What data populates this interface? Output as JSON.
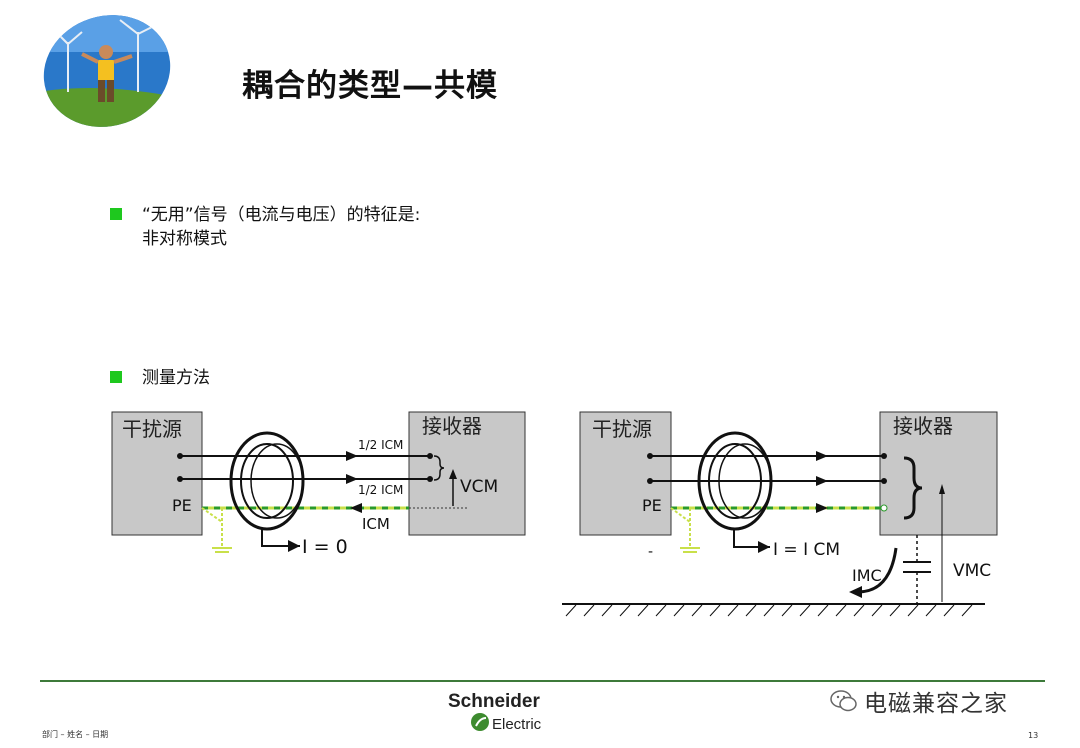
{
  "slide": {
    "title": "耦合的类型—共模",
    "bullets": [
      {
        "line1": "“无用”信号（电流与电压）的特征是:",
        "line2": "非对称模式"
      },
      {
        "line1": "测量方法"
      }
    ],
    "footer_left": "部门 – 姓名 – 日期",
    "page_number": "13",
    "brand_line1": "Schneider",
    "brand_line2": "Electric",
    "watermark": "电磁兼容之家",
    "accent_color": "#1ec81e",
    "footer_line_color": "#3d7a3a"
  },
  "diagram_left": {
    "source_label": "干扰源",
    "receiver_label": "接收器",
    "pe_label": "PE",
    "upper_current_label": "1/2 ICM",
    "lower_current_label": "1/2 ICM",
    "common_current_label": "ICM",
    "voltage_label": "VCM",
    "result_label": "I = 0"
  },
  "diagram_right": {
    "source_label": "干扰源",
    "receiver_label": "接收器",
    "pe_label": "PE",
    "result_label": "I = I CM",
    "current_label": "IMC",
    "voltage_label": "VMC",
    "dash_mark": "-"
  }
}
